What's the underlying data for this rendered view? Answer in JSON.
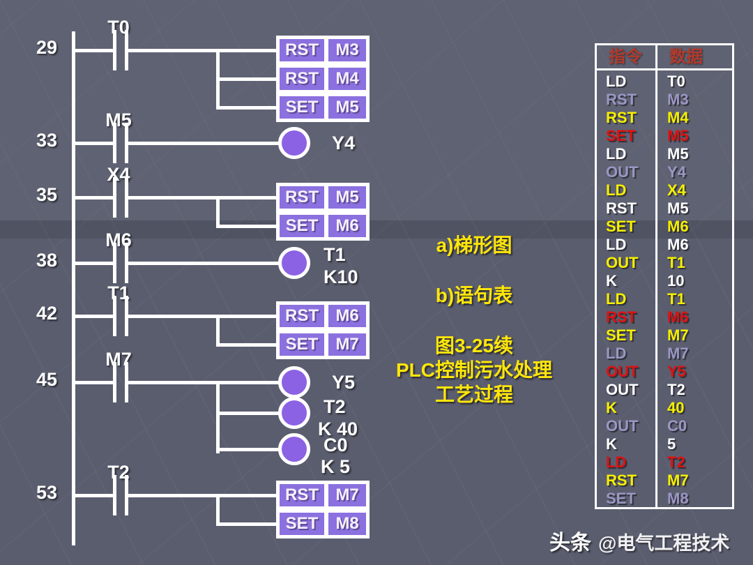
{
  "colors": {
    "background": "#5a5d6e",
    "wire_white": "#ffffff",
    "box_purple": "#8b70df",
    "coil_purple": "#8b62e4",
    "caption_yellow": "#ffe60a",
    "table_header_red": "#b23a2c",
    "row_white": "#ffffff",
    "row_lavender": "#9b97c4",
    "row_yellow": "#f6ef00",
    "row_red": "#dd1212"
  },
  "ladder": {
    "rungs": [
      {
        "number": "29",
        "contact": "T0",
        "boxes": [
          {
            "op": "RST",
            "arg": "M3"
          },
          {
            "op": "RST",
            "arg": "M4"
          },
          {
            "op": "SET",
            "arg": "M5"
          }
        ]
      },
      {
        "number": "33",
        "contact": "M5",
        "coil_labels": [
          "Y4"
        ]
      },
      {
        "number": "35",
        "contact": "X4",
        "boxes": [
          {
            "op": "RST",
            "arg": "M5"
          },
          {
            "op": "SET",
            "arg": "M6"
          }
        ]
      },
      {
        "number": "38",
        "contact": "M6",
        "coil_labels": [
          "T1",
          "K10"
        ]
      },
      {
        "number": "42",
        "contact": "T1",
        "boxes": [
          {
            "op": "RST",
            "arg": "M6"
          },
          {
            "op": "SET",
            "arg": "M7"
          }
        ]
      },
      {
        "number": "45",
        "contact": "M7",
        "coil_labels": [
          "Y5",
          "T2",
          "K 40",
          "C0",
          "K 5"
        ]
      },
      {
        "number": "53",
        "contact": "T2",
        "boxes": [
          {
            "op": "RST",
            "arg": "M7"
          },
          {
            "op": "SET",
            "arg": "M8"
          }
        ]
      }
    ]
  },
  "captions": {
    "ladder_label": "a)梯形图",
    "statement_label": "b)语句表",
    "figure_line1": "图3-25续",
    "figure_line2": "PLC控制污水处理",
    "figure_line3": "工艺过程"
  },
  "table": {
    "headers": [
      "指令",
      "数据"
    ],
    "rows": [
      {
        "op": "LD",
        "arg": "T0",
        "color": "white"
      },
      {
        "op": "RST",
        "arg": "M3",
        "color": "lavender"
      },
      {
        "op": "RST",
        "arg": "M4",
        "color": "yellow"
      },
      {
        "op": "SET",
        "arg": "M5",
        "color": "red"
      },
      {
        "op": "LD",
        "arg": "M5",
        "color": "white"
      },
      {
        "op": "OUT",
        "arg": "Y4",
        "color": "lavender"
      },
      {
        "op": "LD",
        "arg": "X4",
        "color": "yellow"
      },
      {
        "op": "RST",
        "arg": "M5",
        "color": "white"
      },
      {
        "op": "SET",
        "arg": "M6",
        "color": "yellow"
      },
      {
        "op": "LD",
        "arg": "M6",
        "color": "white"
      },
      {
        "op": "OUT",
        "arg": "T1",
        "color": "yellow"
      },
      {
        "op": "K",
        "arg": "10",
        "color": "white"
      },
      {
        "op": "LD",
        "arg": "T1",
        "color": "yellow"
      },
      {
        "op": "RST",
        "arg": "M6",
        "color": "red"
      },
      {
        "op": "SET",
        "arg": "M7",
        "color": "yellow"
      },
      {
        "op": "LD",
        "arg": "M7",
        "color": "lavender"
      },
      {
        "op": "OUT",
        "arg": "Y5",
        "color": "red"
      },
      {
        "op": "OUT",
        "arg": "T2",
        "color": "white"
      },
      {
        "op": "K",
        "arg": "40",
        "color": "yellow"
      },
      {
        "op": "OUT",
        "arg": "C0",
        "color": "lavender"
      },
      {
        "op": "K",
        "arg": "5",
        "color": "white"
      },
      {
        "op": "LD",
        "arg": "T2",
        "color": "red"
      },
      {
        "op": "RST",
        "arg": "M7",
        "color": "yellow"
      },
      {
        "op": "SET",
        "arg": "M8",
        "color": "lavender"
      }
    ]
  },
  "watermark": {
    "brand": "头条",
    "handle": "@电气工程技术"
  }
}
